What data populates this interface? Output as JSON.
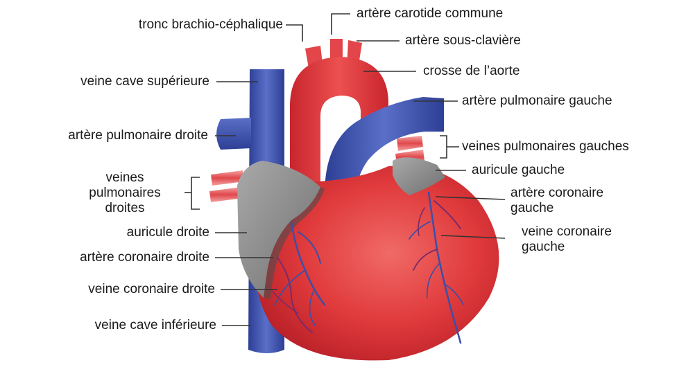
{
  "diagram": {
    "colors": {
      "artery": "#d8333a",
      "vein": "#3a4fa8",
      "auricle": "#8a8a8a",
      "leader": "#333333"
    },
    "labels": {
      "tronc_brachio": "tronc brachio-céphalique",
      "carotide": "artère carotide commune",
      "sous_claviere": "artère sous-clavière",
      "crosse_aorte": "crosse de l’aorte",
      "art_pulm_gauche": "artère pulmonaire gauche",
      "veines_pulm_gauches": "veines pulmonaires gauches",
      "auricule_gauche": "auricule gauche",
      "art_coro_gauche_1": "artère coronaire",
      "art_coro_gauche_2": "gauche",
      "veine_coro_gauche_1": "veine coronaire",
      "veine_coro_gauche_2": "gauche",
      "veine_cave_sup": "veine cave supérieure",
      "art_pulm_droite": "artère pulmonaire droite",
      "veines_pulm_droites_1": "veines",
      "veines_pulm_droites_2": "pulmonaires",
      "veines_pulm_droites_3": "droites",
      "auricule_droite": "auricule droite",
      "art_coro_droite": "artère coronaire droite",
      "veine_coro_droite": "veine coronaire droite",
      "veine_cave_inf": "veine cave inférieure"
    }
  }
}
